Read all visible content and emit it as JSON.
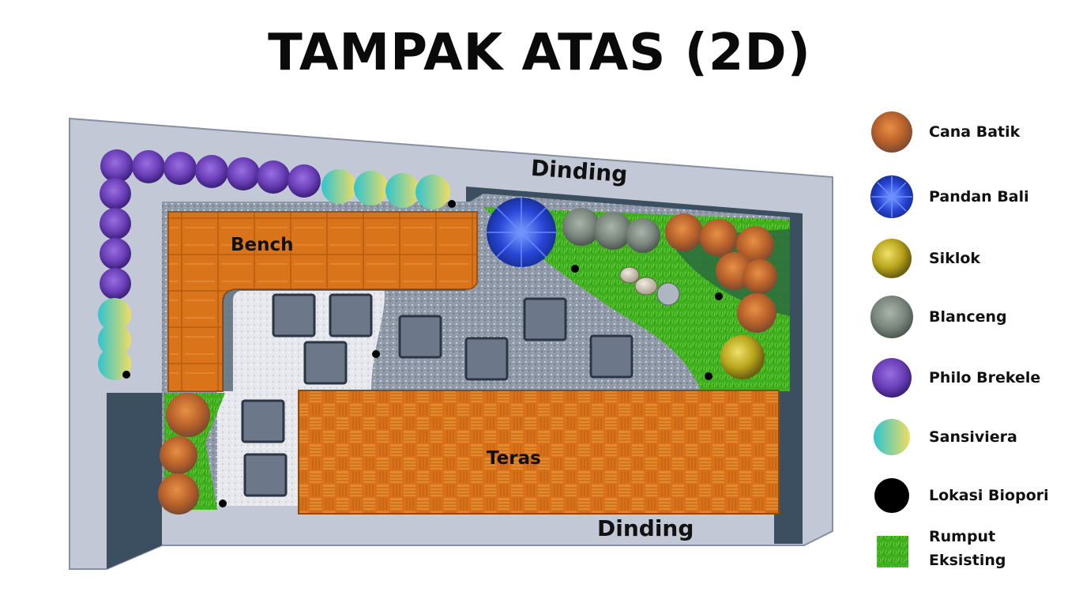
{
  "title": "TAMPAK ATAS (2D)",
  "plan": {
    "labels": {
      "wall_top": "Dinding",
      "wall_bottom": "Dinding",
      "bench": "Bench",
      "terrace": "Teras"
    }
  },
  "legend": {
    "items": [
      {
        "label": "Cana Batik",
        "icon": "cana-batik-icon",
        "color": "#c46a2a"
      },
      {
        "label": "Pandan Bali",
        "icon": "pandan-bali-icon",
        "color": "#2846d6"
      },
      {
        "label": "Siklok",
        "icon": "siklok-icon",
        "color": "#b9a51c"
      },
      {
        "label": "Blanceng",
        "icon": "blanceng-icon",
        "color": "#7d8a80"
      },
      {
        "label": "Philo Brekele",
        "icon": "philo-brekele-icon",
        "color": "#6a3fb8"
      },
      {
        "label": "Sansiviera",
        "icon": "sansiviera-icon",
        "color": "#3fc7c6"
      },
      {
        "label": "Lokasi Biopori",
        "icon": "biopori-icon",
        "color": "#000000"
      },
      {
        "label": "Rumput Eksisting",
        "icon": "grass-icon",
        "color": "#3fa51e"
      }
    ]
  }
}
